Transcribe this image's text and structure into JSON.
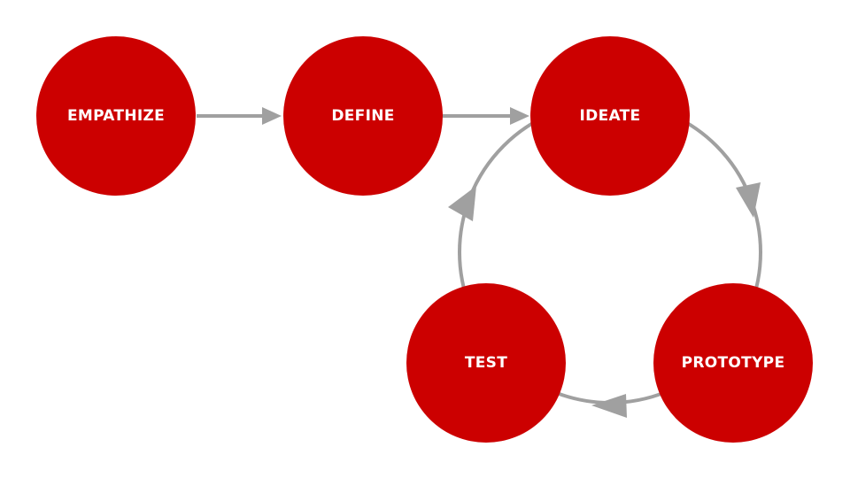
{
  "colors": {
    "node": "#cc0000",
    "arrow": "#a0a0a0",
    "text": "#ffffff"
  },
  "stages": [
    {
      "label": "EMPATHIZE"
    },
    {
      "label": "DEFINE"
    },
    {
      "label": "IDEATE"
    },
    {
      "label": "PROTOTYPE"
    },
    {
      "label": "TEST"
    }
  ]
}
